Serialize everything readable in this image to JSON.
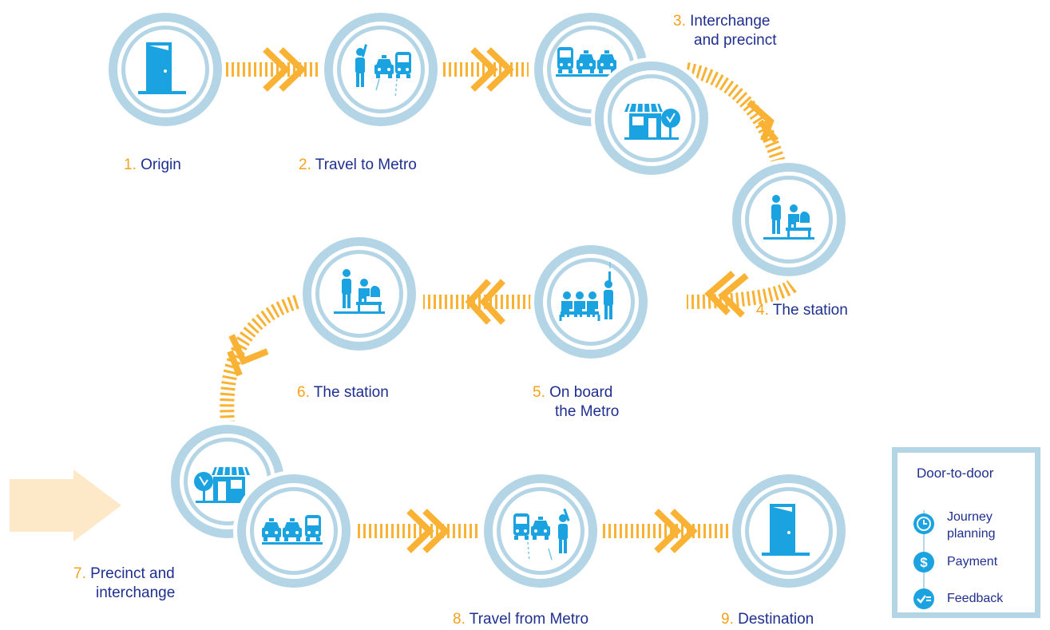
{
  "steps": [
    {
      "num": "1.",
      "line1": "Origin",
      "line2": "",
      "icon": "door-icon"
    },
    {
      "num": "2.",
      "line1": "Travel to Metro",
      "line2": "",
      "icon": "traveller-taxi-bus-icon"
    },
    {
      "num": "3.",
      "line1": "Interchange",
      "line2": "and precinct",
      "icon": "interchange-vehicles-icon"
    },
    {
      "num": "4.",
      "line1": "The station",
      "line2": "",
      "icon": "station-bench-icon"
    },
    {
      "num": "5.",
      "line1": "On board",
      "line2": "the Metro",
      "icon": "onboard-passengers-icon"
    },
    {
      "num": "6.",
      "line1": "The station",
      "line2": "",
      "icon": "station-bench-icon"
    },
    {
      "num": "7.",
      "line1": "Precinct and",
      "line2": "interchange",
      "icon": "precinct-shop-icon"
    },
    {
      "num": "8.",
      "line1": "Travel from Metro",
      "line2": "",
      "icon": "bus-taxi-traveller-icon"
    },
    {
      "num": "9.",
      "line1": "Destination",
      "line2": "",
      "icon": "door-icon"
    }
  ],
  "legend": {
    "title": "Door-to-door",
    "items": [
      {
        "icon": "clock-icon",
        "label_line1": "Journey",
        "label_line2": "planning"
      },
      {
        "icon": "dollar-icon",
        "label_line1": "Payment",
        "label_line2": ""
      },
      {
        "icon": "check-feedback-icon",
        "label_line1": "Feedback",
        "label_line2": ""
      }
    ]
  },
  "colors": {
    "navy": "#1f2f8f",
    "orange": "#f7a11a",
    "icon_blue": "#1aa3e0",
    "ring_light": "#b3d5e6",
    "arrow_yellow": "#f9b233",
    "entry_arrow": "#fde9c8"
  }
}
